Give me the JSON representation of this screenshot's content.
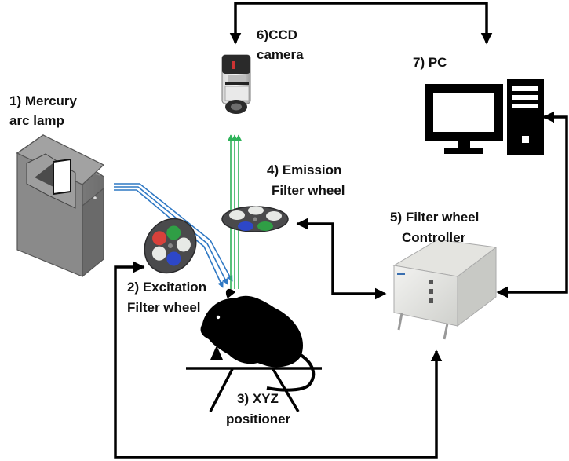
{
  "labels": {
    "mercury_line1": "1) Mercury",
    "mercury_line2": "arc lamp",
    "excitation_line1": "2) Excitation",
    "excitation_line2": "Filter wheel",
    "xyz_line1": "3) XYZ",
    "xyz_line2": "positioner",
    "emission_line1": "4) Emission",
    "emission_line2": "Filter wheel",
    "controller_line1": "5) Filter wheel",
    "controller_line2": "Controller",
    "ccd_line1": "6)CCD",
    "ccd_line2": "camera",
    "pc": "7) PC"
  },
  "colors": {
    "arrow": "#000000",
    "excitation_light": "#2f78c4",
    "emission_light": "#2fb35a",
    "filter_red": "#d8413b",
    "filter_green": "#2f9e45",
    "filter_blue": "#2d47c8",
    "filter_white": "#e7e9e6"
  }
}
